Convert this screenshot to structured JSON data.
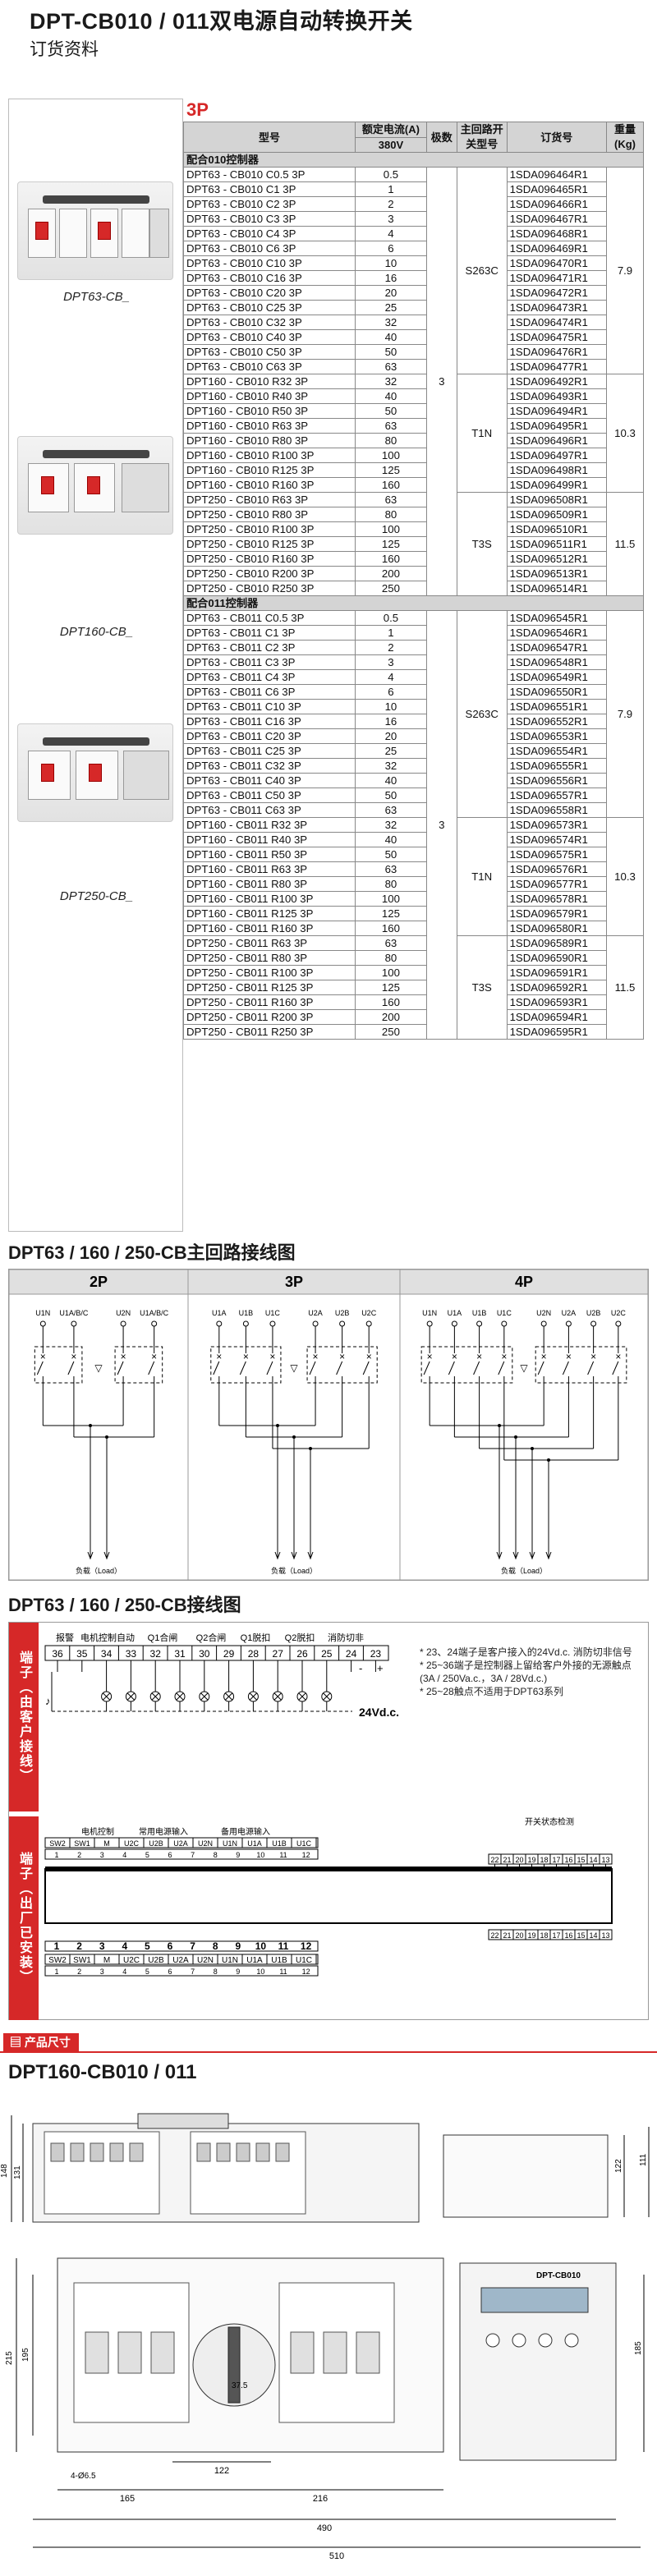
{
  "header": {
    "title": "DPT-CB010 / 011双电源自动转换开关",
    "subtitle": "订货资料"
  },
  "product_captions": [
    "DPT63-CB_",
    "DPT160-CB_",
    "DPT250-CB_"
  ],
  "order_table": {
    "pole_label": "3P",
    "columns": {
      "model": "型号",
      "current": "额定电流(A)",
      "voltage": "380V",
      "poles": "极数",
      "switch_model": "主回路开关型号",
      "order_no": "订货号",
      "weight": "重量(Kg)"
    },
    "poles_value": "3",
    "groups": [
      {
        "label": "配合010控制器",
        "sections": [
          {
            "switch": "S263C",
            "weight": "7.9",
            "rows": [
              [
                "DPT63 - CB010 C0.5 3P",
                "0.5",
                "1SDA096464R1"
              ],
              [
                "DPT63 - CB010 C1 3P",
                "1",
                "1SDA096465R1"
              ],
              [
                "DPT63 - CB010 C2 3P",
                "2",
                "1SDA096466R1"
              ],
              [
                "DPT63 - CB010 C3 3P",
                "3",
                "1SDA096467R1"
              ],
              [
                "DPT63 - CB010 C4 3P",
                "4",
                "1SDA096468R1"
              ],
              [
                "DPT63 - CB010 C6 3P",
                "6",
                "1SDA096469R1"
              ],
              [
                "DPT63 - CB010 C10 3P",
                "10",
                "1SDA096470R1"
              ],
              [
                "DPT63 - CB010 C16 3P",
                "16",
                "1SDA096471R1"
              ],
              [
                "DPT63 - CB010 C20 3P",
                "20",
                "1SDA096472R1"
              ],
              [
                "DPT63 - CB010 C25 3P",
                "25",
                "1SDA096473R1"
              ],
              [
                "DPT63 - CB010 C32 3P",
                "32",
                "1SDA096474R1"
              ],
              [
                "DPT63 - CB010 C40 3P",
                "40",
                "1SDA096475R1"
              ],
              [
                "DPT63 - CB010 C50 3P",
                "50",
                "1SDA096476R1"
              ],
              [
                "DPT63 - CB010 C63 3P",
                "63",
                "1SDA096477R1"
              ]
            ]
          },
          {
            "switch": "T1N",
            "weight": "10.3",
            "rows": [
              [
                "DPT160 - CB010 R32 3P",
                "32",
                "1SDA096492R1"
              ],
              [
                "DPT160 - CB010 R40 3P",
                "40",
                "1SDA096493R1"
              ],
              [
                "DPT160 - CB010 R50 3P",
                "50",
                "1SDA096494R1"
              ],
              [
                "DPT160 - CB010 R63 3P",
                "63",
                "1SDA096495R1"
              ],
              [
                "DPT160 - CB010 R80 3P",
                "80",
                "1SDA096496R1"
              ],
              [
                "DPT160 - CB010 R100 3P",
                "100",
                "1SDA096497R1"
              ],
              [
                "DPT160 - CB010 R125 3P",
                "125",
                "1SDA096498R1"
              ],
              [
                "DPT160 - CB010 R160 3P",
                "160",
                "1SDA096499R1"
              ]
            ]
          },
          {
            "switch": "T3S",
            "weight": "11.5",
            "rows": [
              [
                "DPT250 - CB010 R63 3P",
                "63",
                "1SDA096508R1"
              ],
              [
                "DPT250 - CB010 R80 3P",
                "80",
                "1SDA096509R1"
              ],
              [
                "DPT250 - CB010 R100 3P",
                "100",
                "1SDA096510R1"
              ],
              [
                "DPT250 - CB010 R125 3P",
                "125",
                "1SDA096511R1"
              ],
              [
                "DPT250 - CB010 R160 3P",
                "160",
                "1SDA096512R1"
              ],
              [
                "DPT250 - CB010 R200 3P",
                "200",
                "1SDA096513R1"
              ],
              [
                "DPT250 - CB010 R250 3P",
                "250",
                "1SDA096514R1"
              ]
            ]
          }
        ]
      },
      {
        "label": "配合011控制器",
        "sections": [
          {
            "switch": "S263C",
            "weight": "7.9",
            "rows": [
              [
                "DPT63 - CB011 C0.5 3P",
                "0.5",
                "1SDA096545R1"
              ],
              [
                "DPT63 - CB011 C1 3P",
                "1",
                "1SDA096546R1"
              ],
              [
                "DPT63 - CB011 C2 3P",
                "2",
                "1SDA096547R1"
              ],
              [
                "DPT63 - CB011 C3 3P",
                "3",
                "1SDA096548R1"
              ],
              [
                "DPT63 - CB011 C4 3P",
                "4",
                "1SDA096549R1"
              ],
              [
                "DPT63 - CB011 C6 3P",
                "6",
                "1SDA096550R1"
              ],
              [
                "DPT63 - CB011 C10 3P",
                "10",
                "1SDA096551R1"
              ],
              [
                "DPT63 - CB011 C16 3P",
                "16",
                "1SDA096552R1"
              ],
              [
                "DPT63 - CB011 C20 3P",
                "20",
                "1SDA096553R1"
              ],
              [
                "DPT63 - CB011 C25 3P",
                "25",
                "1SDA096554R1"
              ],
              [
                "DPT63 - CB011 C32 3P",
                "32",
                "1SDA096555R1"
              ],
              [
                "DPT63 - CB011 C40 3P",
                "40",
                "1SDA096556R1"
              ],
              [
                "DPT63 - CB011 C50 3P",
                "50",
                "1SDA096557R1"
              ],
              [
                "DPT63 - CB011 C63 3P",
                "63",
                "1SDA096558R1"
              ]
            ]
          },
          {
            "switch": "T1N",
            "weight": "10.3",
            "rows": [
              [
                "DPT160 - CB011 R32 3P",
                "32",
                "1SDA096573R1"
              ],
              [
                "DPT160 - CB011 R40 3P",
                "40",
                "1SDA096574R1"
              ],
              [
                "DPT160 - CB011 R50 3P",
                "50",
                "1SDA096575R1"
              ],
              [
                "DPT160 - CB011 R63 3P",
                "63",
                "1SDA096576R1"
              ],
              [
                "DPT160 - CB011 R80 3P",
                "80",
                "1SDA096577R1"
              ],
              [
                "DPT160 - CB011 R100 3P",
                "100",
                "1SDA096578R1"
              ],
              [
                "DPT160 - CB011 R125 3P",
                "125",
                "1SDA096579R1"
              ],
              [
                "DPT160 - CB011 R160 3P",
                "160",
                "1SDA096580R1"
              ]
            ]
          },
          {
            "switch": "T3S",
            "weight": "11.5",
            "rows": [
              [
                "DPT250 - CB011 R63 3P",
                "63",
                "1SDA096589R1"
              ],
              [
                "DPT250 - CB011 R80 3P",
                "80",
                "1SDA096590R1"
              ],
              [
                "DPT250 - CB011 R100 3P",
                "100",
                "1SDA096591R1"
              ],
              [
                "DPT250 - CB011 R125 3P",
                "125",
                "1SDA096592R1"
              ],
              [
                "DPT250 - CB011 R160 3P",
                "160",
                "1SDA096593R1"
              ],
              [
                "DPT250 - CB011 R200 3P",
                "200",
                "1SDA096594R1"
              ],
              [
                "DPT250 - CB011 R250 3P",
                "250",
                "1SDA096595R1"
              ]
            ]
          }
        ]
      }
    ]
  },
  "main_circuit": {
    "title": "DPT63 / 160 / 250-CB主回路接线图",
    "panels": [
      {
        "label": "2P",
        "terminals": [
          "U1N",
          "U1A/B/C",
          "U2N",
          "U1A/B/C"
        ]
      },
      {
        "label": "3P",
        "terminals": [
          "U1A",
          "U1B",
          "U1C",
          "U2A",
          "U2B",
          "U2C"
        ]
      },
      {
        "label": "4P",
        "terminals": [
          "U1N",
          "U1A",
          "U1B",
          "U1C",
          "U2N",
          "U2A",
          "U2B",
          "U2C"
        ]
      }
    ],
    "load_label": "负载（Load）"
  },
  "wiring": {
    "title": "DPT63 / 160 / 250-CB接线图",
    "customer_side": "端子（由客户接线）",
    "factory_side": "端子（出厂已安装）",
    "func_labels": [
      "报警",
      "电机控制自动",
      "Q1合闸",
      "Q2合闸",
      "Q1脱扣",
      "Q2脱扣",
      "消防切非"
    ],
    "top_numbers": [
      "36",
      "35",
      "34",
      "33",
      "32",
      "31",
      "30",
      "29",
      "28",
      "27",
      "26",
      "25",
      "24",
      "23"
    ],
    "fire_signs": [
      "-",
      "+"
    ],
    "voltage_label": "24Vd.c.",
    "notes": [
      "* 23、24端子是客户接入的24Vd.c. 消防切非信号",
      "* 25~36端子是控制器上留给客户外接的无源触点",
      "  (3A / 250Va.c.，3A / 28Vd.c.)",
      "* 25~28触点不适用于DPT63系列"
    ],
    "lower_header": [
      "电机控制",
      "常用电源输入",
      "备用电源输入"
    ],
    "lower_terms_a": [
      "SW2",
      "SW1",
      "M",
      "U2C",
      "U2B",
      "U2A",
      "U2N",
      "U1N",
      "U1A",
      "U1B",
      "U1C"
    ],
    "lower_nums_a": [
      "1",
      "2",
      "3",
      "4",
      "5",
      "6",
      "7",
      "8",
      "9",
      "10",
      "11",
      "12"
    ],
    "switch_status": "开关状态检测",
    "status_nums_top": [
      "22",
      "21",
      "20",
      "19",
      "18",
      "17",
      "16",
      "15",
      "14",
      "13"
    ],
    "status_nums_bot": [
      "22",
      "21",
      "20",
      "19",
      "18",
      "17",
      "16",
      "15",
      "14",
      "13"
    ],
    "bottom_terms": [
      "SW2",
      "SW1",
      "M",
      "U2C",
      "U2B",
      "U2A",
      "U2N",
      "U1N",
      "U1A",
      "U1B",
      "U1C"
    ],
    "bottom_nums": [
      "1",
      "2",
      "3",
      "4",
      "5",
      "6",
      "7",
      "8",
      "9",
      "10",
      "11",
      "12"
    ]
  },
  "product_size": {
    "tag": "产品尺寸",
    "model": "DPT160-CB010 / 011",
    "dims": {
      "d148": "148",
      "d131": "131",
      "d111": "111",
      "d122": "122",
      "d195": "195",
      "d215": "215",
      "d185": "185",
      "d37": "37.5",
      "d4hole": "4-Ø6.5",
      "d165": "165",
      "d216": "216",
      "d490": "490",
      "d510": "510"
    },
    "panel_label": "DPT-CB010"
  }
}
